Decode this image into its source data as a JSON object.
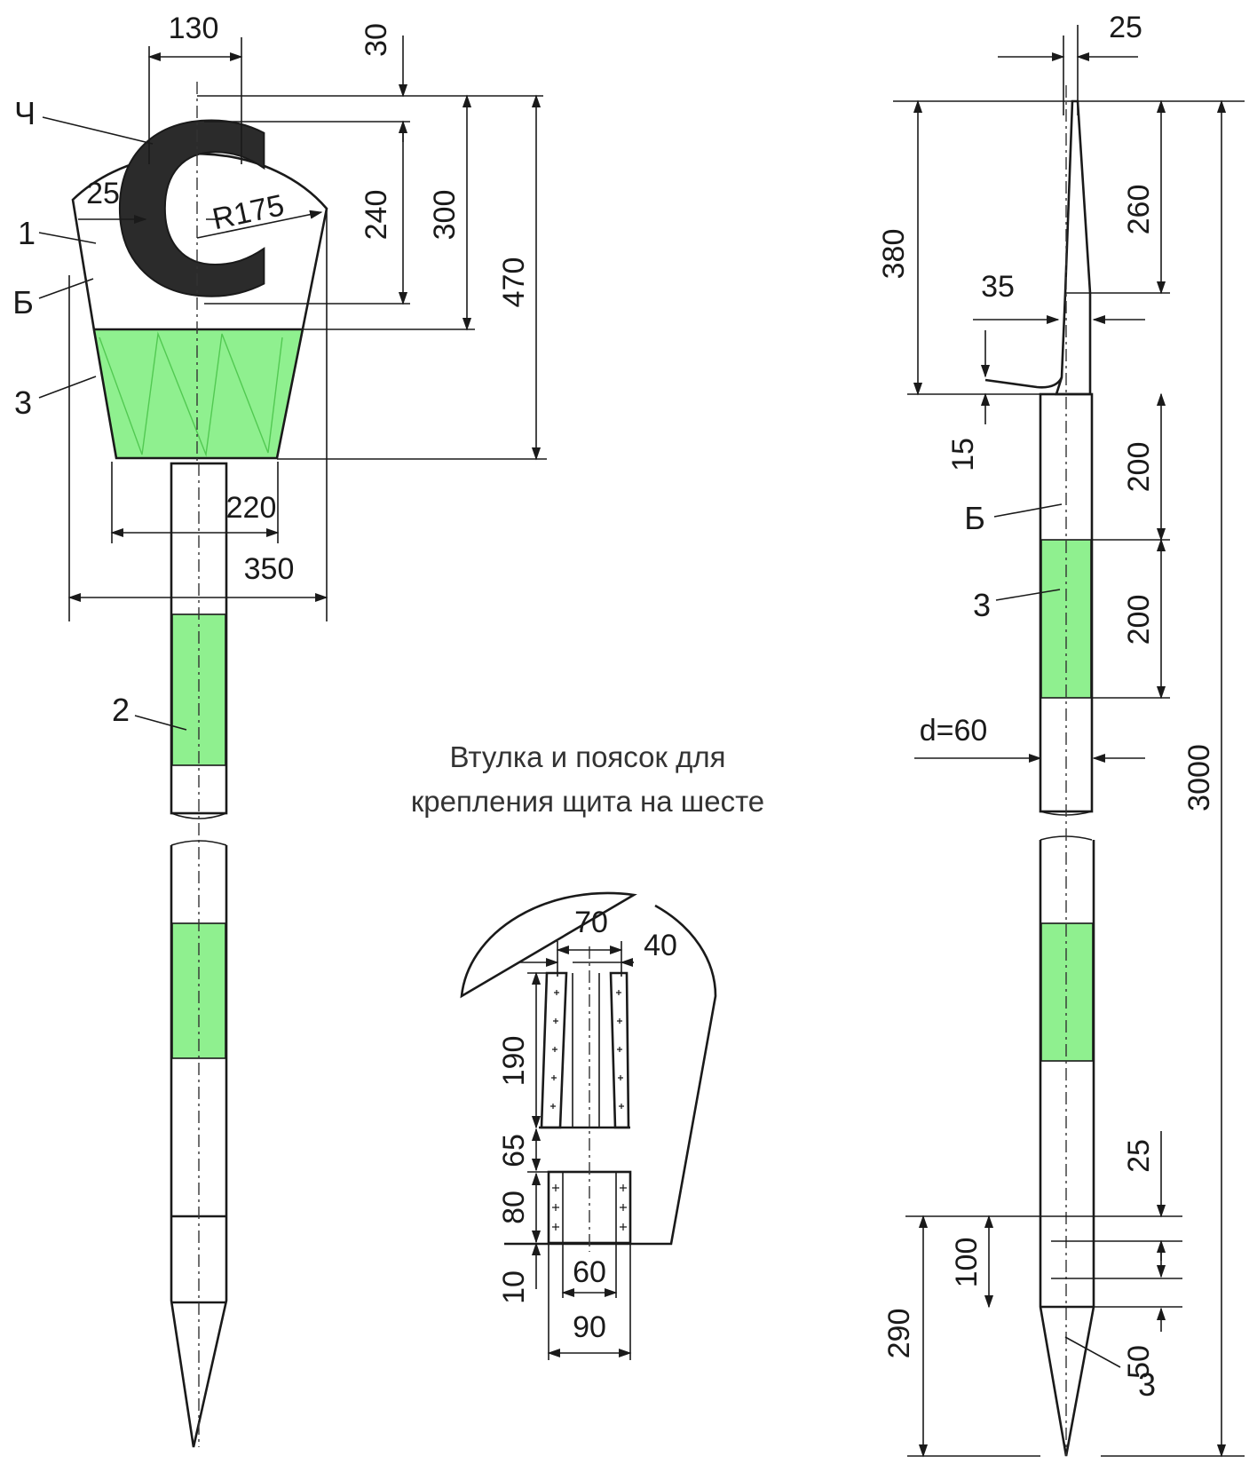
{
  "colors": {
    "stripe": "#8ff08f",
    "stripe_dark": "#52c952",
    "line": "#1a1a1a",
    "letter": "#2b2b2b"
  },
  "letter": "С",
  "caption": {
    "line1": "Втулка и поясок для",
    "line2": "крепления щита на шесте"
  },
  "labels": {
    "ch": "Ч",
    "one": "1",
    "b1": "Б",
    "z1": "3",
    "two": "2",
    "b2": "Б",
    "z2": "3",
    "z3": "3"
  },
  "dims": {
    "d130": "130",
    "d30": "30",
    "d25a": "25",
    "r175": "R175",
    "d240": "240",
    "d300": "300",
    "d470": "470",
    "d220": "220",
    "d350": "350",
    "d25b": "25",
    "d380": "380",
    "d260": "260",
    "d35": "35",
    "d15": "15",
    "d200a": "200",
    "d200b": "200",
    "d_diam": "d=60",
    "d3000": "3000",
    "d25c": "25",
    "d100": "100",
    "d290": "290",
    "d50": "50",
    "d70": "70",
    "d40": "40",
    "d190": "190",
    "d65": "65",
    "d80": "80",
    "d10": "10",
    "d60": "60",
    "d90": "90"
  }
}
